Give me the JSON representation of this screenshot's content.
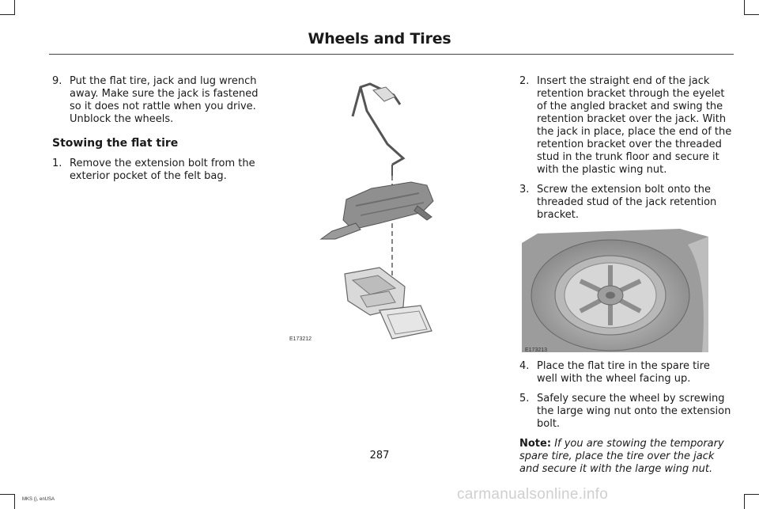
{
  "header": {
    "title": "Wheels and Tires"
  },
  "left_column": {
    "step9": {
      "number": "9.",
      "text": "Put the flat tire, jack and lug wrench away. Make sure the jack is fastened so it does not rattle when you drive. Unblock the wheels."
    },
    "section_heading": "Stowing the flat tire",
    "step1": {
      "number": "1.",
      "text": "Remove the extension bolt from the exterior pocket of the felt bag."
    }
  },
  "figures": {
    "jack_figure_code": "E173212",
    "tire_figure_code": "E173213"
  },
  "right_column": {
    "step2": {
      "number": "2.",
      "text": "Insert the straight end of the jack retention bracket through the eyelet of the angled bracket and swing the retention bracket over the jack. With the jack in place, place the end of the retention bracket over the threaded stud in the trunk floor and secure it with the plastic wing nut."
    },
    "step3": {
      "number": "3.",
      "text": "Screw the extension bolt onto the threaded stud of the jack retention bracket."
    },
    "step4": {
      "number": "4.",
      "text": "Place the flat tire in the spare tire well with the wheel facing up."
    },
    "step5": {
      "number": "5.",
      "text": "Safely secure the wheel by screwing the large wing nut onto the extension bolt."
    },
    "note_label": "Note:",
    "note_text": "If you are stowing the temporary spare tire, place the tire over the jack and secure it with the large wing nut."
  },
  "footer": {
    "page_number": "287",
    "doc_code": "MKS (), enUSA",
    "watermark": "carmanualsonline.info"
  }
}
